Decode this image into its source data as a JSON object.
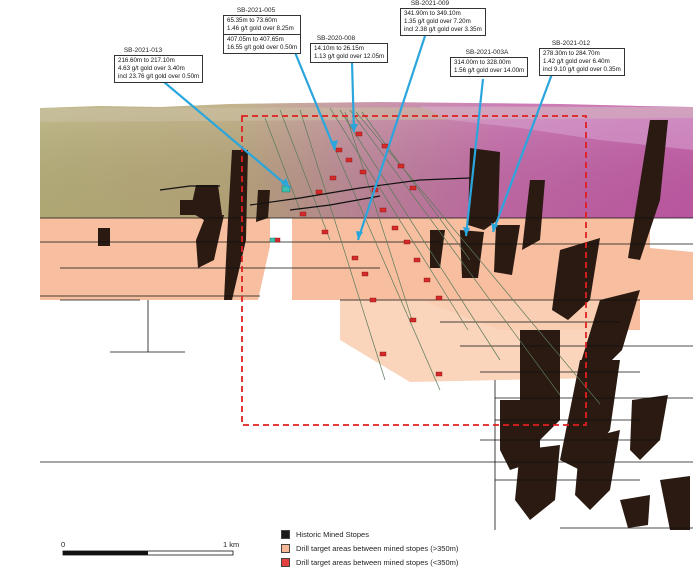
{
  "drillholes": [
    {
      "id": "SB-2021-013",
      "lines": [
        "216.60m to 217.10m",
        "4.63 g/t gold over 3.40m",
        "incl 23.76 g/t gold over 0.50m"
      ],
      "second": []
    },
    {
      "id": "SB-2021-005",
      "lines": [
        "65.35m to 73.60m",
        "1.46 g/t gold over 8.25m"
      ],
      "second": [
        "407.05m to 407.65m",
        "16.55 g/t gold over 0.50m"
      ]
    },
    {
      "id": "SB-2020-008",
      "lines": [
        "14.10m to 26.15m",
        "1.13 g/t gold over 12.05m"
      ],
      "second": []
    },
    {
      "id": "SB-2021-009",
      "lines": [
        "341.90m to 349.10m",
        "1.35 g/t gold over 7.20m",
        "incl 2.38 g/t gold over 3.35m"
      ],
      "second": []
    },
    {
      "id": "SB-2021-003A",
      "lines": [
        "314.00m to 328.00m",
        "1.56 g/t gold over 14.00m"
      ],
      "second": []
    },
    {
      "id": "SB-2021-012",
      "lines": [
        "278.30m to 284.70m",
        "1.42 g/t gold over 6.40m",
        "incl 9.10 g/t gold over 0.35m"
      ],
      "second": []
    }
  ],
  "legend": {
    "items": [
      {
        "label": "Historic Mined Stopes",
        "color": "#1a1a1a"
      },
      {
        "label": "Drill target areas between mined stopes (>350m)",
        "color": "#f6b896"
      },
      {
        "label": "Drill target areas between mined stopes (<350m)",
        "color": "#e2413c"
      }
    ]
  },
  "scale": {
    "start": "0",
    "end": "1 km"
  },
  "colors": {
    "callout_line": "#2aa6dc",
    "target_box": "#e02020",
    "drill_trace": "#5a7a5a",
    "intercept": "#d42a2a"
  }
}
